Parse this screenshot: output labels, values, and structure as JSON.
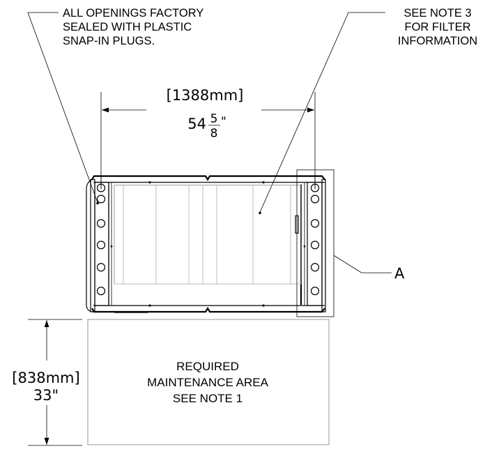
{
  "notes": {
    "left": [
      "ALL OPENINGS FACTORY",
      "SEALED WITH  PLASTIC",
      "SNAP-IN PLUGS."
    ],
    "right": [
      "SEE NOTE 3",
      "FOR FILTER",
      "INFORMATION"
    ]
  },
  "dimensions": {
    "width_mm": "[1388mm]",
    "width_in_whole": "54",
    "width_in_num": "5",
    "width_in_den": "8",
    "width_in_unit": "\"",
    "depth_mm": "[838mm]",
    "depth_in": "33\""
  },
  "detail_label": "A",
  "maintenance": [
    "REQUIRED",
    "MAINTENANCE AREA",
    "SEE NOTE  1"
  ]
}
